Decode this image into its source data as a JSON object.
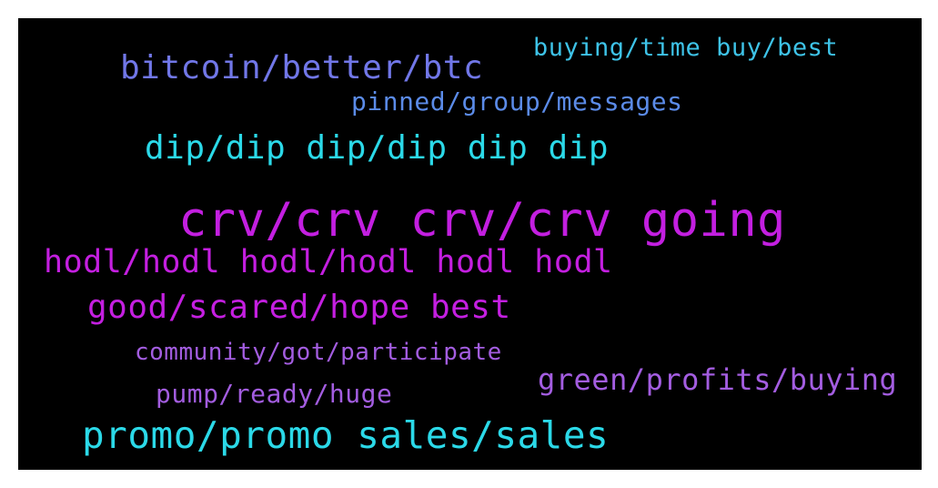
{
  "words": [
    {
      "text": "crv/crv crv/crv going",
      "color": "#c31fe0"
    },
    {
      "text": "hodl/hodl hodl/hodl hodl hodl",
      "color": "#c41fe0"
    },
    {
      "text": "good/scared/hope best",
      "color": "#c41fe0"
    },
    {
      "text": "promo/promo sales/sales",
      "color": "#2bd9e8"
    },
    {
      "text": "dip/dip dip/dip dip dip",
      "color": "#2bd9e8"
    },
    {
      "text": "bitcoin/better/btc",
      "color": "#7177e8"
    },
    {
      "text": "green/profits/buying",
      "color": "#a35de0"
    },
    {
      "text": "pump/ready/huge",
      "color": "#a35de0"
    },
    {
      "text": "community/got/participate",
      "color": "#a35de0"
    },
    {
      "text": "pinned/group/messages",
      "color": "#5b8be8"
    },
    {
      "text": "buying/time buy/best",
      "color": "#3ec3e8"
    }
  ]
}
